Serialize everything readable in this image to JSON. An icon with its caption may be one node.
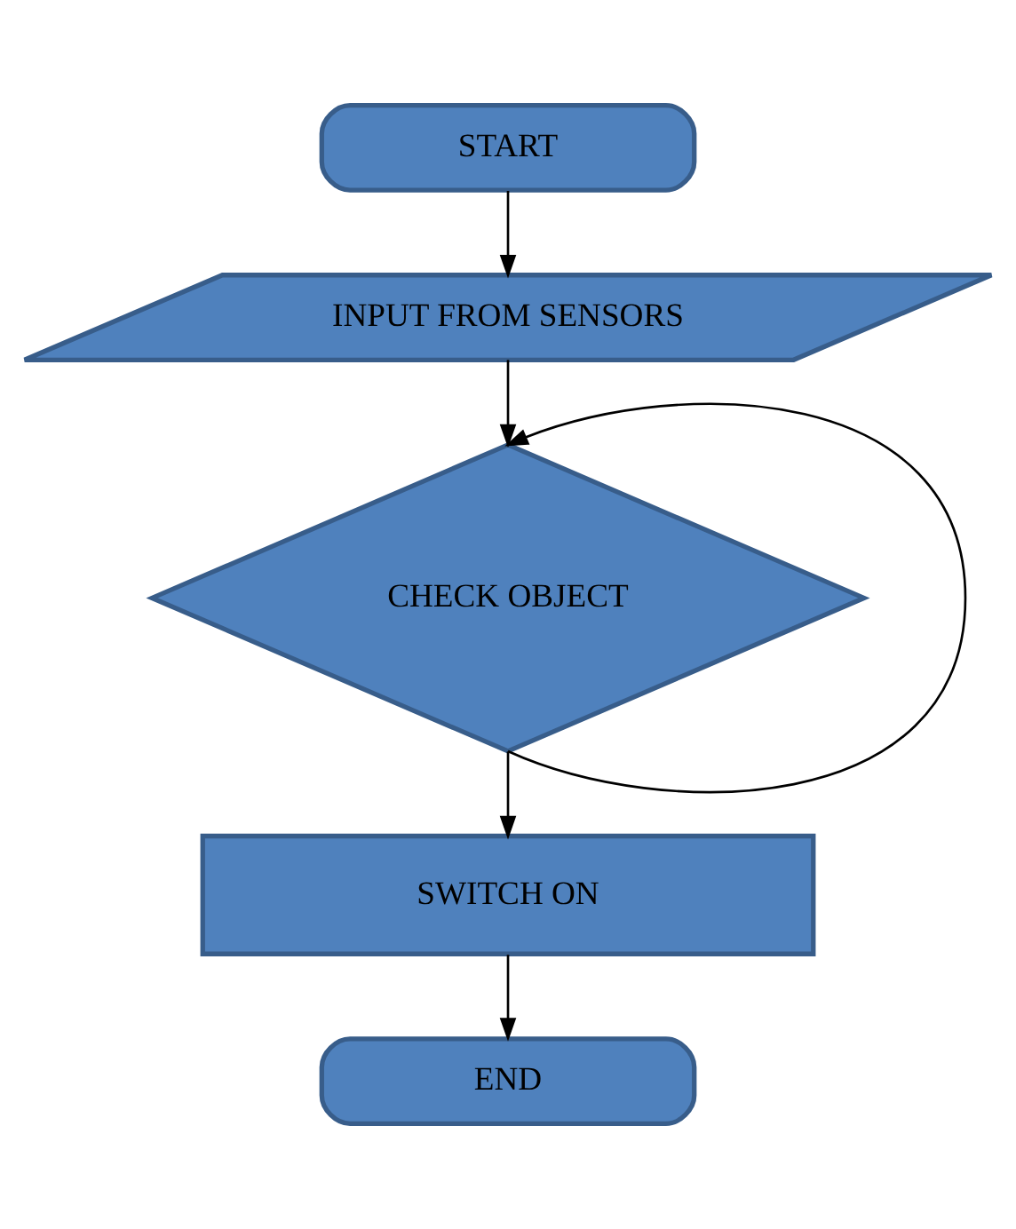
{
  "diagram": {
    "nodes": [
      {
        "text": [
          "START"
        ]
      },
      {
        "text": [
          "INPUT FROM SENSORS"
        ]
      },
      {
        "text": [
          "CHECK OBJECT"
        ]
      },
      {
        "text": [
          "SWITCH ON"
        ]
      },
      {
        "text": [
          "END"
        ]
      }
    ],
    "edges": [
      {
        "from": 0,
        "to": 1,
        "arrow": "to"
      },
      {
        "from": 1,
        "to": 2,
        "arrow": "to"
      },
      {
        "from": 2,
        "to": 2,
        "arrow": "to"
      },
      {
        "from": 2,
        "to": 3,
        "arrow": "to"
      },
      {
        "from": 3,
        "to": 4,
        "arrow": "to"
      }
    ]
  }
}
